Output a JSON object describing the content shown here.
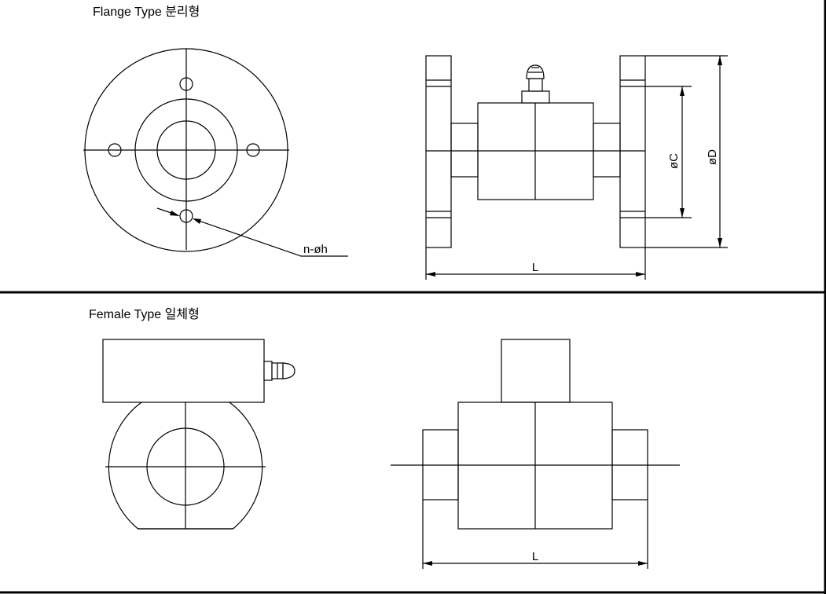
{
  "sections": [
    {
      "title": "Flange Type 분리형",
      "labels": {
        "hole": "n-øh",
        "inner_diameter": "øC",
        "outer_diameter": "øD",
        "length": "L"
      }
    },
    {
      "title": "Female Type 일체형",
      "labels": {
        "length": "L"
      }
    }
  ]
}
